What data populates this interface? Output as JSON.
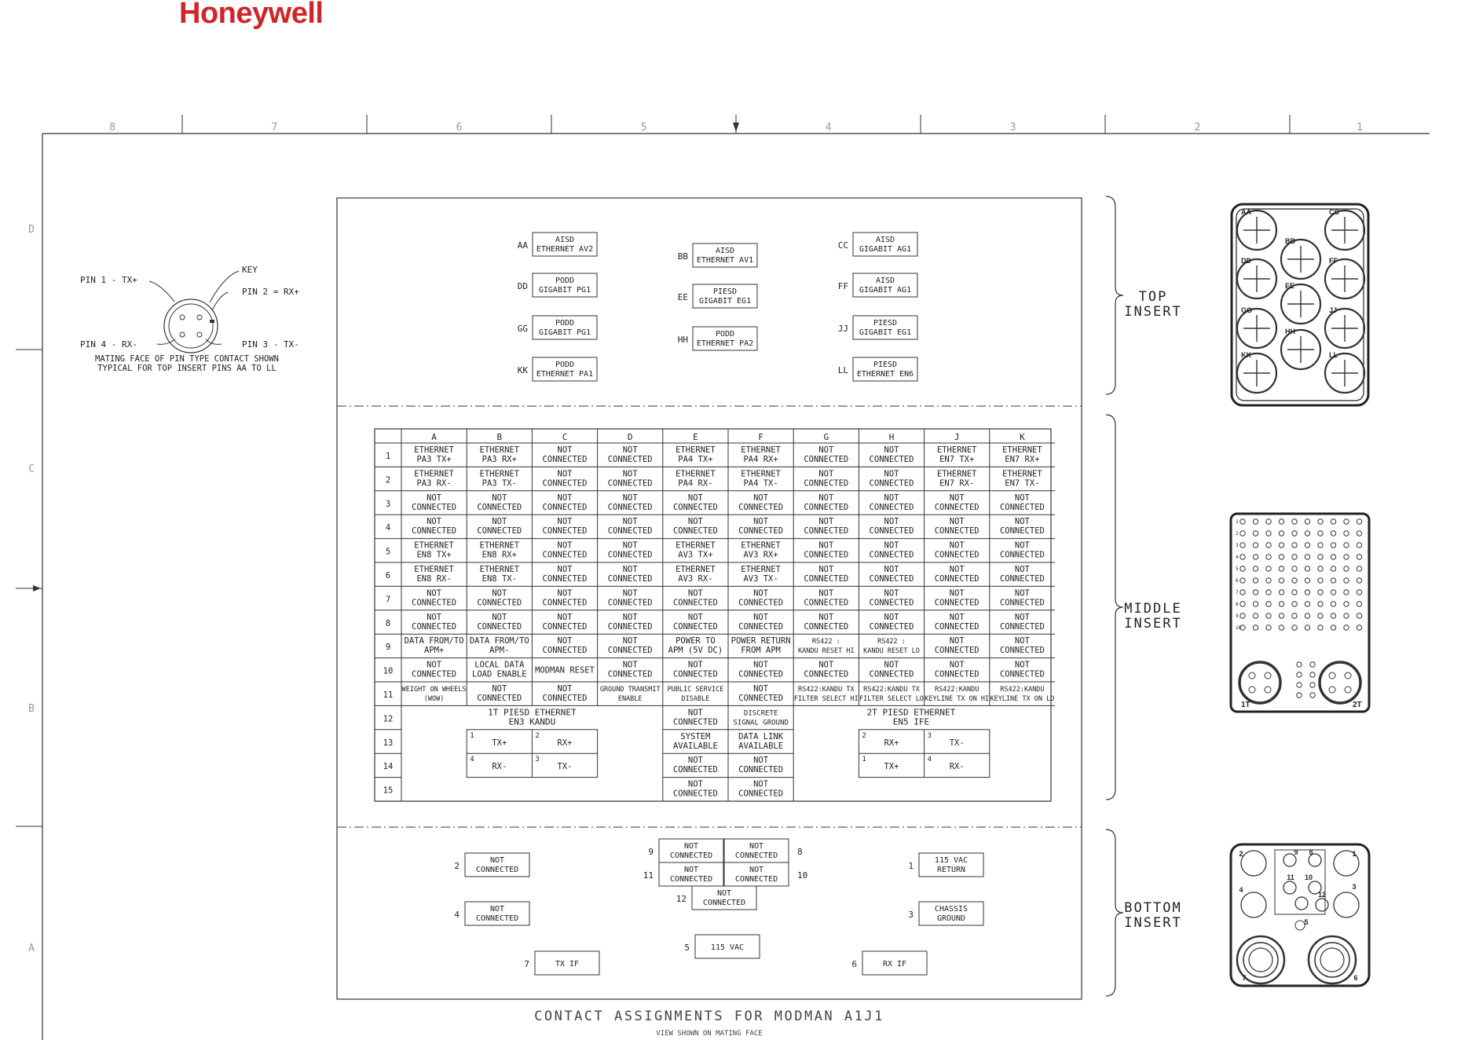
{
  "logo": "Honeywell",
  "border": {
    "top_zones": [
      "8",
      "7",
      "6",
      "5",
      "4",
      "3",
      "2",
      "1"
    ],
    "side_zones": [
      "D",
      "C",
      "B",
      "A"
    ]
  },
  "pin_detail": {
    "key": "KEY",
    "pin1": "PIN 1 - TX+",
    "pin2": "PIN 2 = RX+",
    "pin3": "PIN 3 - TX-",
    "pin4": "PIN 4 - RX-",
    "note_line1": "MATING FACE OF PIN TYPE CONTACT SHOWN",
    "note_line2": "TYPICAL FOR TOP INSERT PINS AA TO LL"
  },
  "top_insert": {
    "label": [
      "TOP",
      "INSERT"
    ],
    "pins": [
      {
        "id": "AA",
        "l1": "AISD",
        "l2": "ETHERNET AV2"
      },
      {
        "id": "BB",
        "l1": "AISD",
        "l2": "ETHERNET AV1"
      },
      {
        "id": "CC",
        "l1": "AISD",
        "l2": "GIGABIT AG1"
      },
      {
        "id": "DD",
        "l1": "PODD",
        "l2": "GIGABIT PG1"
      },
      {
        "id": "EE",
        "l1": "PIESD",
        "l2": "GIGABIT EG1"
      },
      {
        "id": "FF",
        "l1": "AISD",
        "l2": "GIGABIT AG1"
      },
      {
        "id": "GG",
        "l1": "PODD",
        "l2": "GIGABIT PG1"
      },
      {
        "id": "HH",
        "l1": "PODD",
        "l2": "ETHERNET PA2"
      },
      {
        "id": "JJ",
        "l1": "PIESD",
        "l2": "GIGABIT EG1"
      },
      {
        "id": "KK",
        "l1": "PODD",
        "l2": "ETHERNET PA1"
      },
      {
        "id": "LL",
        "l1": "PIESD",
        "l2": "ETHERNET EN6"
      }
    ]
  },
  "middle_insert": {
    "label": [
      "MIDDLE",
      "INSERT"
    ],
    "columns": [
      "A",
      "B",
      "C",
      "D",
      "E",
      "F",
      "G",
      "H",
      "J",
      "K"
    ],
    "rows": [
      {
        "n": "1",
        "cells": [
          [
            "ETHERNET",
            "PA3 TX+"
          ],
          [
            "ETHERNET",
            "PA3 RX+"
          ],
          [
            "NOT",
            "CONNECTED"
          ],
          [
            "NOT",
            "CONNECTED"
          ],
          [
            "ETHERNET",
            "PA4 TX+"
          ],
          [
            "ETHERNET",
            "PA4 RX+"
          ],
          [
            "NOT",
            "CONNECTED"
          ],
          [
            "NOT",
            "CONNECTED"
          ],
          [
            "ETHERNET",
            "EN7 TX+"
          ],
          [
            "ETHERNET",
            "EN7 RX+"
          ]
        ]
      },
      {
        "n": "2",
        "cells": [
          [
            "ETHERNET",
            "PA3 RX-"
          ],
          [
            "ETHERNET",
            "PA3 TX-"
          ],
          [
            "NOT",
            "CONNECTED"
          ],
          [
            "NOT",
            "CONNECTED"
          ],
          [
            "ETHERNET",
            "PA4 RX-"
          ],
          [
            "ETHERNET",
            "PA4 TX-"
          ],
          [
            "NOT",
            "CONNECTED"
          ],
          [
            "NOT",
            "CONNECTED"
          ],
          [
            "ETHERNET",
            "EN7 RX-"
          ],
          [
            "ETHERNET",
            "EN7 TX-"
          ]
        ]
      },
      {
        "n": "3",
        "cells": [
          [
            "NOT",
            "CONNECTED"
          ],
          [
            "NOT",
            "CONNECTED"
          ],
          [
            "NOT",
            "CONNECTED"
          ],
          [
            "NOT",
            "CONNECTED"
          ],
          [
            "NOT",
            "CONNECTED"
          ],
          [
            "NOT",
            "CONNECTED"
          ],
          [
            "NOT",
            "CONNECTED"
          ],
          [
            "NOT",
            "CONNECTED"
          ],
          [
            "NOT",
            "CONNECTED"
          ],
          [
            "NOT",
            "CONNECTED"
          ]
        ]
      },
      {
        "n": "4",
        "cells": [
          [
            "NOT",
            "CONNECTED"
          ],
          [
            "NOT",
            "CONNECTED"
          ],
          [
            "NOT",
            "CONNECTED"
          ],
          [
            "NOT",
            "CONNECTED"
          ],
          [
            "NOT",
            "CONNECTED"
          ],
          [
            "NOT",
            "CONNECTED"
          ],
          [
            "NOT",
            "CONNECTED"
          ],
          [
            "NOT",
            "CONNECTED"
          ],
          [
            "NOT",
            "CONNECTED"
          ],
          [
            "NOT",
            "CONNECTED"
          ]
        ]
      },
      {
        "n": "5",
        "cells": [
          [
            "ETHERNET",
            "EN8 TX+"
          ],
          [
            "ETHERNET",
            "EN8 RX+"
          ],
          [
            "NOT",
            "CONNECTED"
          ],
          [
            "NOT",
            "CONNECTED"
          ],
          [
            "ETHERNET",
            "AV3 TX+"
          ],
          [
            "ETHERNET",
            "AV3 RX+"
          ],
          [
            "NOT",
            "CONNECTED"
          ],
          [
            "NOT",
            "CONNECTED"
          ],
          [
            "NOT",
            "CONNECTED"
          ],
          [
            "NOT",
            "CONNECTED"
          ]
        ]
      },
      {
        "n": "6",
        "cells": [
          [
            "ETHERNET",
            "EN8 RX-"
          ],
          [
            "ETHERNET",
            "EN8 TX-"
          ],
          [
            "NOT",
            "CONNECTED"
          ],
          [
            "NOT",
            "CONNECTED"
          ],
          [
            "ETHERNET",
            "AV3 RX-"
          ],
          [
            "ETHERNET",
            "AV3 TX-"
          ],
          [
            "NOT",
            "CONNECTED"
          ],
          [
            "NOT",
            "CONNECTED"
          ],
          [
            "NOT",
            "CONNECTED"
          ],
          [
            "NOT",
            "CONNECTED"
          ]
        ]
      },
      {
        "n": "7",
        "cells": [
          [
            "NOT",
            "CONNECTED"
          ],
          [
            "NOT",
            "CONNECTED"
          ],
          [
            "NOT",
            "CONNECTED"
          ],
          [
            "NOT",
            "CONNECTED"
          ],
          [
            "NOT",
            "CONNECTED"
          ],
          [
            "NOT",
            "CONNECTED"
          ],
          [
            "NOT",
            "CONNECTED"
          ],
          [
            "NOT",
            "CONNECTED"
          ],
          [
            "NOT",
            "CONNECTED"
          ],
          [
            "NOT",
            "CONNECTED"
          ]
        ]
      },
      {
        "n": "8",
        "cells": [
          [
            "NOT",
            "CONNECTED"
          ],
          [
            "NOT",
            "CONNECTED"
          ],
          [
            "NOT",
            "CONNECTED"
          ],
          [
            "NOT",
            "CONNECTED"
          ],
          [
            "NOT",
            "CONNECTED"
          ],
          [
            "NOT",
            "CONNECTED"
          ],
          [
            "NOT",
            "CONNECTED"
          ],
          [
            "NOT",
            "CONNECTED"
          ],
          [
            "NOT",
            "CONNECTED"
          ],
          [
            "NOT",
            "CONNECTED"
          ]
        ]
      },
      {
        "n": "9",
        "cells": [
          [
            "DATA FROM/TO",
            "APM+"
          ],
          [
            "DATA FROM/TO",
            "APM-"
          ],
          [
            "NOT",
            "CONNECTED"
          ],
          [
            "NOT",
            "CONNECTED"
          ],
          [
            "POWER TO",
            "APM (5V DC)"
          ],
          [
            "POWER RETURN",
            "FROM APM"
          ],
          [
            "RS422 :",
            "KANDU RESET HI"
          ],
          [
            "RS422 :",
            "KANDU RESET LO"
          ],
          [
            "NOT",
            "CONNECTED"
          ],
          [
            "NOT",
            "CONNECTED"
          ]
        ]
      },
      {
        "n": "10",
        "cells": [
          [
            "NOT",
            "CONNECTED"
          ],
          [
            "LOCAL DATA",
            "LOAD ENABLE"
          ],
          [
            "MODMAN RESET",
            ""
          ],
          [
            "NOT",
            "CONNECTED"
          ],
          [
            "NOT",
            "CONNECTED"
          ],
          [
            "NOT",
            "CONNECTED"
          ],
          [
            "NOT",
            "CONNECTED"
          ],
          [
            "NOT",
            "CONNECTED"
          ],
          [
            "NOT",
            "CONNECTED"
          ],
          [
            "NOT",
            "CONNECTED"
          ]
        ]
      },
      {
        "n": "11",
        "cells": [
          [
            "WEIGHT ON WHEELS",
            "(WOW)"
          ],
          [
            "NOT",
            "CONNECTED"
          ],
          [
            "NOT",
            "CONNECTED"
          ],
          [
            "GROUND TRANSMIT",
            "ENABLE"
          ],
          [
            "PUBLIC SERVICE",
            "DISABLE"
          ],
          [
            "NOT",
            "CONNECTED"
          ],
          [
            "RS422:KANDU TX",
            "FILTER SELECT HI"
          ],
          [
            "RS422:KANDU TX",
            "FILTER SELECT LO"
          ],
          [
            "RS422:KANDU",
            "KEYLINE TX ON HI"
          ],
          [
            "RS422:KANDU",
            "KEYLINE TX ON LO"
          ]
        ]
      }
    ],
    "lower_rows": [
      "12",
      "13",
      "14",
      "15"
    ],
    "ef_lower": [
      [
        [
          "NOT",
          "CONNECTED"
        ],
        [
          "DISCRETE",
          "SIGNAL GROUND"
        ]
      ],
      [
        [
          "SYSTEM",
          "AVAILABLE"
        ],
        [
          "DATA LINK",
          "AVAILABLE"
        ]
      ],
      [
        [
          "NOT",
          "CONNECTED"
        ],
        [
          "NOT",
          "CONNECTED"
        ]
      ],
      [
        [
          "NOT",
          "CONNECTED"
        ],
        [
          "NOT",
          "CONNECTED"
        ]
      ]
    ],
    "left_sub": {
      "title1": "1T PIESD ETHERNET",
      "title2": "EN3 KANDU",
      "cells": [
        {
          "n": "1",
          "t": "TX+"
        },
        {
          "n": "2",
          "t": "RX+"
        },
        {
          "n": "4",
          "t": "RX-"
        },
        {
          "n": "3",
          "t": "TX-"
        }
      ]
    },
    "right_sub": {
      "title1": "2T PIESD ETHERNET",
      "title2": "EN5 IFE",
      "cells": [
        {
          "n": "2",
          "t": "RX+"
        },
        {
          "n": "3",
          "t": "TX-"
        },
        {
          "n": "1",
          "t": "TX+"
        },
        {
          "n": "4",
          "t": "RX-"
        }
      ]
    }
  },
  "bottom_insert": {
    "label": [
      "BOTTOM",
      "INSERT"
    ],
    "pins": [
      {
        "n": "2",
        "l1": "NOT",
        "l2": "CONNECTED"
      },
      {
        "n": "4",
        "l1": "NOT",
        "l2": "CONNECTED"
      },
      {
        "n": "9",
        "l1": "NOT",
        "l2": "CONNECTED"
      },
      {
        "n": "8",
        "l1": "NOT",
        "l2": "CONNECTED"
      },
      {
        "n": "11",
        "l1": "NOT",
        "l2": "CONNECTED"
      },
      {
        "n": "10",
        "l1": "NOT",
        "l2": "CONNECTED"
      },
      {
        "n": "12",
        "l1": "NOT",
        "l2": "CONNECTED"
      },
      {
        "n": "1",
        "l1": "115 VAC",
        "l2": "RETURN"
      },
      {
        "n": "3",
        "l1": "CHASSIS",
        "l2": "GROUND"
      },
      {
        "n": "5",
        "l1": "115 VAC",
        "l2": ""
      },
      {
        "n": "7",
        "l1": "TX IF",
        "l2": ""
      },
      {
        "n": "6",
        "l1": "RX IF",
        "l2": ""
      }
    ]
  },
  "connector_figs": {
    "top": {
      "AA": "AA",
      "BB": "BB",
      "CC": "CC",
      "DD": "DD",
      "EE": "EE",
      "FF": "FF",
      "GG": "GG",
      "HH": "HH",
      "JJ": "JJ",
      "KK": "KK",
      "LL": "LL"
    },
    "middle": {
      "t1": "1T",
      "t2": "2T",
      "row_nums": [
        "1",
        "2",
        "3",
        "4",
        "5",
        "6",
        "7",
        "8",
        "9",
        "10"
      ]
    },
    "bottom": {
      "nums": [
        "1",
        "2",
        "3",
        "4",
        "5",
        "6",
        "7",
        "8",
        "9",
        "10",
        "11",
        "12"
      ]
    }
  },
  "caption": "CONTACT ASSIGNMENTS FOR MODMAN A1J1",
  "subcaption": "VIEW SHOWN ON MATING FACE"
}
